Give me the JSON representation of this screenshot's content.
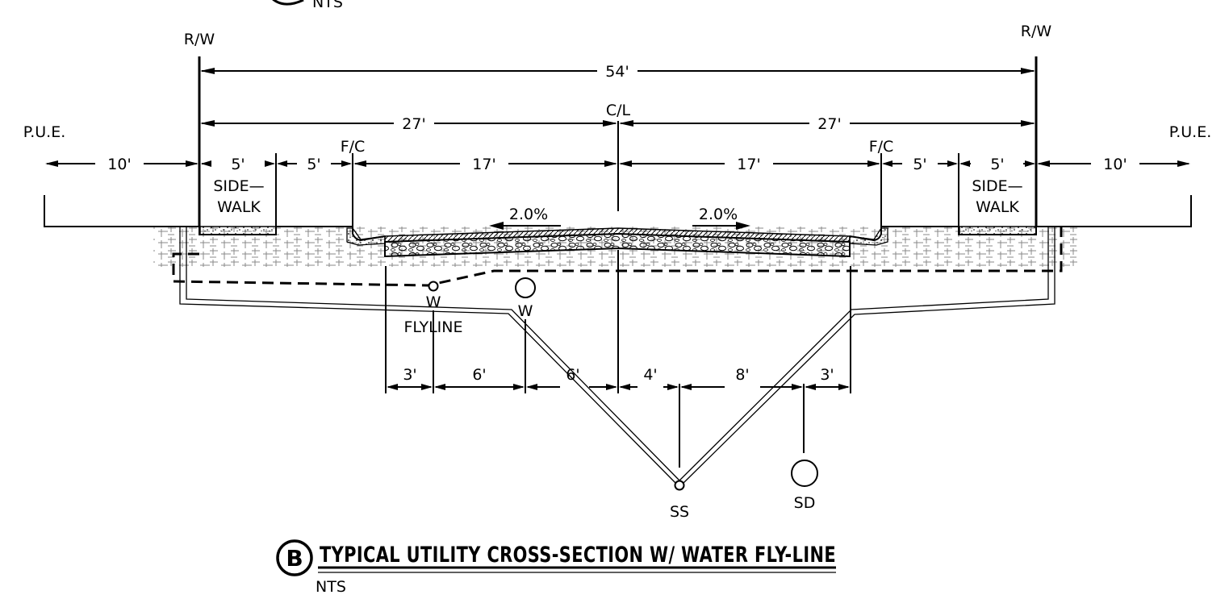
{
  "header_note": "NTS",
  "labels": {
    "rw_left": "R/W",
    "rw_right": "R/W",
    "pue_left": "P.U.E.",
    "pue_right": "P.U.E.",
    "centerline": "C/L",
    "fc_left": "F/C",
    "fc_right": "F/C",
    "sidewalk_left_1": "SIDE—",
    "sidewalk_left_2": "WALK",
    "sidewalk_right_1": "SIDE—",
    "sidewalk_right_2": "WALK",
    "slope_left": "2.0%",
    "slope_right": "2.0%",
    "water_flyline": "W",
    "flyline": "FLYLINE",
    "water_main": "W",
    "sanitary_sewer": "SS",
    "storm_drain": "SD"
  },
  "dimensions": {
    "total_row": "54'",
    "half_left": "27'",
    "half_right": "27'",
    "pue_left": "10'",
    "sidewalk_left": "5'",
    "parkway_left": "5'",
    "roadway_left": "17'",
    "roadway_right": "17'",
    "parkway_right": "5'",
    "sidewalk_right": "5'",
    "pue_right": "10'",
    "utility_1": "3'",
    "utility_2": "6'",
    "utility_3": "6'",
    "utility_4": "4'",
    "utility_5": "8'",
    "utility_6": "3'"
  },
  "title_block": {
    "letter": "B",
    "title": "TYPICAL UTILITY CROSS-SECTION W/ WATER FLY-LINE",
    "scale": "NTS"
  }
}
